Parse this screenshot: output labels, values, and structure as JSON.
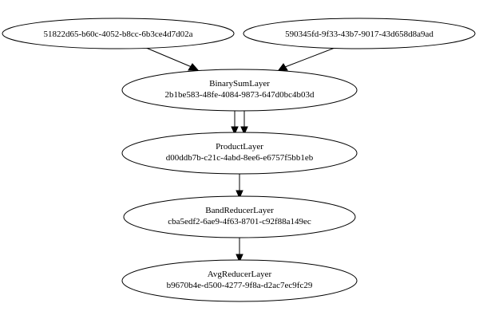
{
  "graph": {
    "nodes": {
      "input_a": {
        "id": "51822d65-b60c-4052-b8cc-6b3ce4d7d02a"
      },
      "input_b": {
        "id": "590345fd-9f33-43b7-9017-43d658d8a9ad"
      },
      "binary_sum": {
        "label": "BinarySumLayer",
        "id": "2b1be583-48fe-4084-9873-647d0bc4b03d"
      },
      "product": {
        "label": "ProductLayer",
        "id": "d00ddb7b-c21c-4abd-8ee6-e6757f5bb1eb"
      },
      "band_reducer": {
        "label": "BandReducerLayer",
        "id": "cba5edf2-6ae9-4f63-8701-c92f88a149ec"
      },
      "avg_reducer": {
        "label": "AvgReducerLayer",
        "id": "b9670b4e-d500-4277-9f8a-d2ac7ec9fc29"
      }
    },
    "edges": [
      {
        "from": "input_a",
        "to": "binary_sum"
      },
      {
        "from": "input_b",
        "to": "binary_sum"
      },
      {
        "from": "binary_sum",
        "to": "product"
      },
      {
        "from": "binary_sum",
        "to": "product"
      },
      {
        "from": "product",
        "to": "band_reducer"
      },
      {
        "from": "band_reducer",
        "to": "avg_reducer"
      }
    ]
  }
}
